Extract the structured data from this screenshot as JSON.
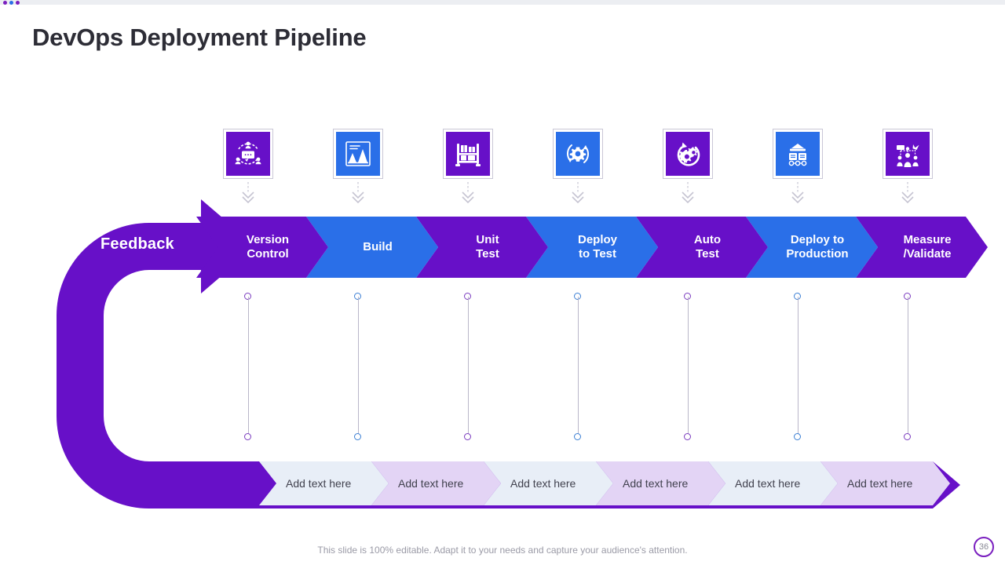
{
  "slide": {
    "title": "DevOps Deployment Pipeline",
    "footer_note": "This slide is 100% editable. Adapt it to your needs and capture your audience's attention.",
    "page_number": "36"
  },
  "colors": {
    "purple": "#6710c8",
    "blue": "#2a6fe8",
    "light_purple": "#e3d4f5",
    "light_blue": "#e8eef7",
    "title_text": "#2d2d36",
    "badge_ring": "#7a1fbf"
  },
  "top_dots": [
    {
      "name": "dot-purple",
      "color": "#7a1fbf"
    },
    {
      "name": "dot-blue",
      "color": "#2a6fe8"
    },
    {
      "name": "dot-purple-2",
      "color": "#7a1fbf"
    }
  ],
  "feedback": {
    "label": "Feedback",
    "color": "#6710c8"
  },
  "stages": [
    {
      "label": "Version\nControl",
      "line1": "Version",
      "line2": "Control",
      "color": "purple",
      "icon": "collaboration-feedback-icon",
      "icon_color": "purple"
    },
    {
      "label": "Build",
      "line1": "Build",
      "line2": "",
      "color": "blue",
      "icon": "analytics-chart-icon",
      "icon_color": "blue"
    },
    {
      "label": "Unit\nTest",
      "line1": "Unit",
      "line2": "Test",
      "color": "purple",
      "icon": "storage-rack-icon",
      "icon_color": "purple"
    },
    {
      "label": "Deploy\nto Test",
      "line1": "Deploy",
      "line2": "to Test",
      "color": "blue",
      "icon": "gear-cycle-icon",
      "icon_color": "blue"
    },
    {
      "label": "Auto\nTest",
      "line1": "Auto",
      "line2": "Test",
      "color": "purple",
      "icon": "gears-refresh-icon",
      "icon_color": "purple"
    },
    {
      "label": "Deploy to\nProduction",
      "line1": "Deploy to",
      "line2": "Production",
      "color": "blue",
      "icon": "server-deploy-icon",
      "icon_color": "blue"
    },
    {
      "label": "Measure\n/Validate",
      "line1": "Measure",
      "line2": "/Validate",
      "color": "purple",
      "icon": "measure-validate-icon",
      "icon_color": "purple"
    }
  ],
  "connectors": [
    {
      "color": "purple"
    },
    {
      "color": "blue"
    },
    {
      "color": "purple"
    },
    {
      "color": "blue"
    },
    {
      "color": "purple"
    },
    {
      "color": "blue"
    },
    {
      "color": "purple"
    }
  ],
  "bottom_chevrons": [
    {
      "text": "Add text here",
      "tone": "lblue"
    },
    {
      "text": "Add text here",
      "tone": "lpurple"
    },
    {
      "text": "Add text here",
      "tone": "lblue"
    },
    {
      "text": "Add text here",
      "tone": "lpurple"
    },
    {
      "text": "Add text here",
      "tone": "lblue"
    },
    {
      "text": "Add text here",
      "tone": "lpurple"
    }
  ]
}
